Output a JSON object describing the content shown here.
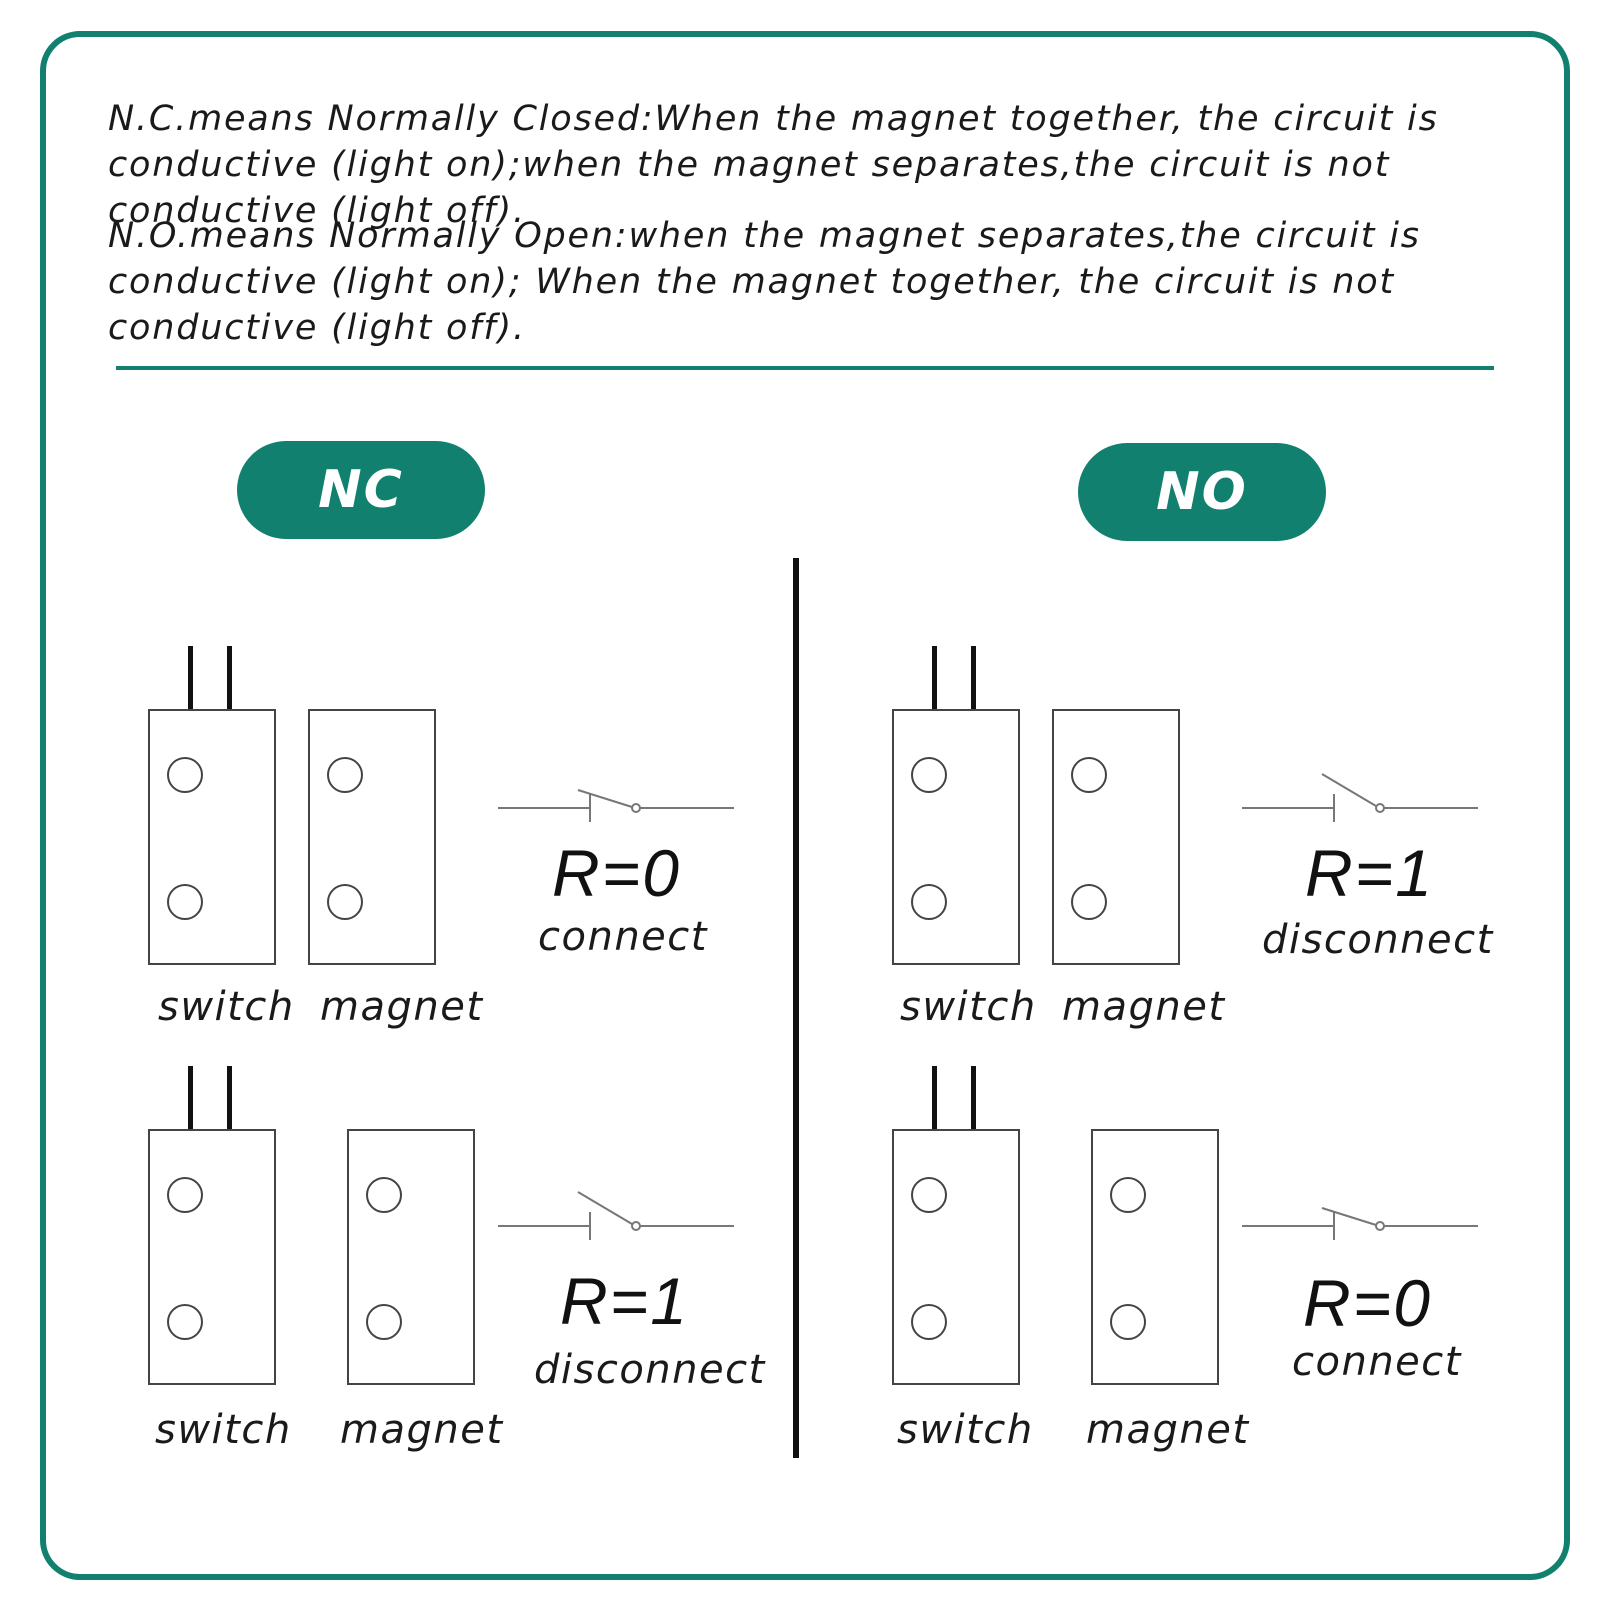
{
  "description": {
    "nc_text": "N.C.means Normally Closed:When the magnet together, the circuit is conductive (light on);when the magnet separates,the circuit is not conductive (light off).",
    "no_text": "N.O.means Normally Open:when the magnet separates,the circuit is conductive (light on); When the magnet together, the circuit is not conductive (light off)."
  },
  "accent_color": "#12806e",
  "panels": {
    "nc": {
      "title": "NC",
      "rows": [
        {
          "switch_label": "switch",
          "magnet_label": "magnet",
          "resistance": "R=0",
          "state": "connect",
          "magnet_position": "together",
          "contact": "closed"
        },
        {
          "switch_label": "switch",
          "magnet_label": "magnet",
          "resistance": "R=1",
          "state": "disconnect",
          "magnet_position": "separated",
          "contact": "open"
        }
      ]
    },
    "no": {
      "title": "NO",
      "rows": [
        {
          "switch_label": "switch",
          "magnet_label": "magnet",
          "resistance": "R=1",
          "state": "disconnect",
          "magnet_position": "together",
          "contact": "open"
        },
        {
          "switch_label": "switch",
          "magnet_label": "magnet",
          "resistance": "R=0",
          "state": "connect",
          "magnet_position": "separated",
          "contact": "closed"
        }
      ]
    }
  }
}
